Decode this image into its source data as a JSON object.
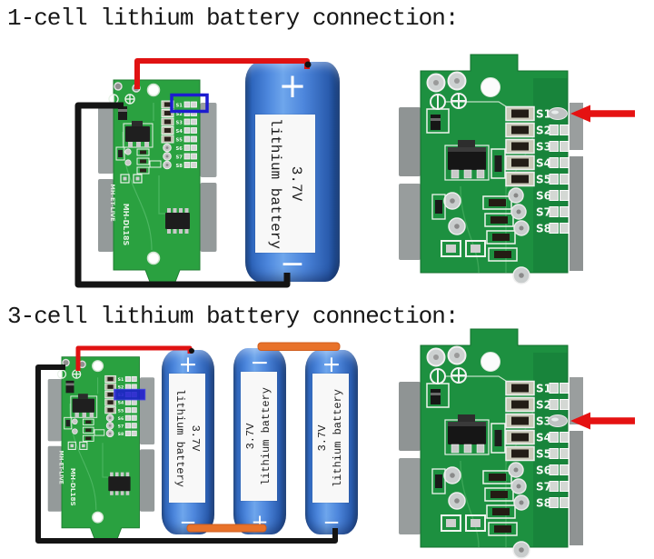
{
  "sections": [
    {
      "title": "1-cell lithium battery connection:",
      "cells": 1,
      "module_highlight": {
        "pad": "S1",
        "style": "outline"
      },
      "closeup": {
        "arrow_pad": "S1",
        "bridged_pad": "S1"
      },
      "batteries": [
        {
          "top": "+",
          "bottom": "−",
          "voltage": "3.7V",
          "chemistry": "lithium battery"
        }
      ]
    },
    {
      "title": "3-cell lithium battery connection:",
      "cells": 3,
      "module_highlight": {
        "pad": "S3",
        "style": "filled"
      },
      "closeup": {
        "arrow_pad": "S3",
        "bridged_pad": "S3"
      },
      "batteries": [
        {
          "top": "+",
          "bottom": "−",
          "voltage": "3.7V",
          "chemistry": "lithium battery"
        },
        {
          "top": "−",
          "bottom": "+",
          "voltage": "3.7V",
          "chemistry": "lithium battery"
        },
        {
          "top": "+",
          "bottom": "−",
          "voltage": "3.7V",
          "chemistry": "lithium battery"
        }
      ]
    }
  ],
  "pcb_module": {
    "silkscreen_left": "MH-ET-LIVE",
    "silkscreen_right": "MH-DL18S",
    "pad_labels": [
      "S1",
      "S2",
      "S3",
      "S4",
      "S5",
      "S6",
      "S7",
      "S8"
    ]
  },
  "colors": {
    "pcb_green": "#2aa140",
    "closeup_green": "#1d9040",
    "battery_blue": "#4d87dd",
    "wire_red": "#e01212",
    "wire_black": "#141414",
    "strap_orange": "#e8722a",
    "highlight_blue": "#1c1ccf",
    "arrow_red": "#e51212"
  }
}
